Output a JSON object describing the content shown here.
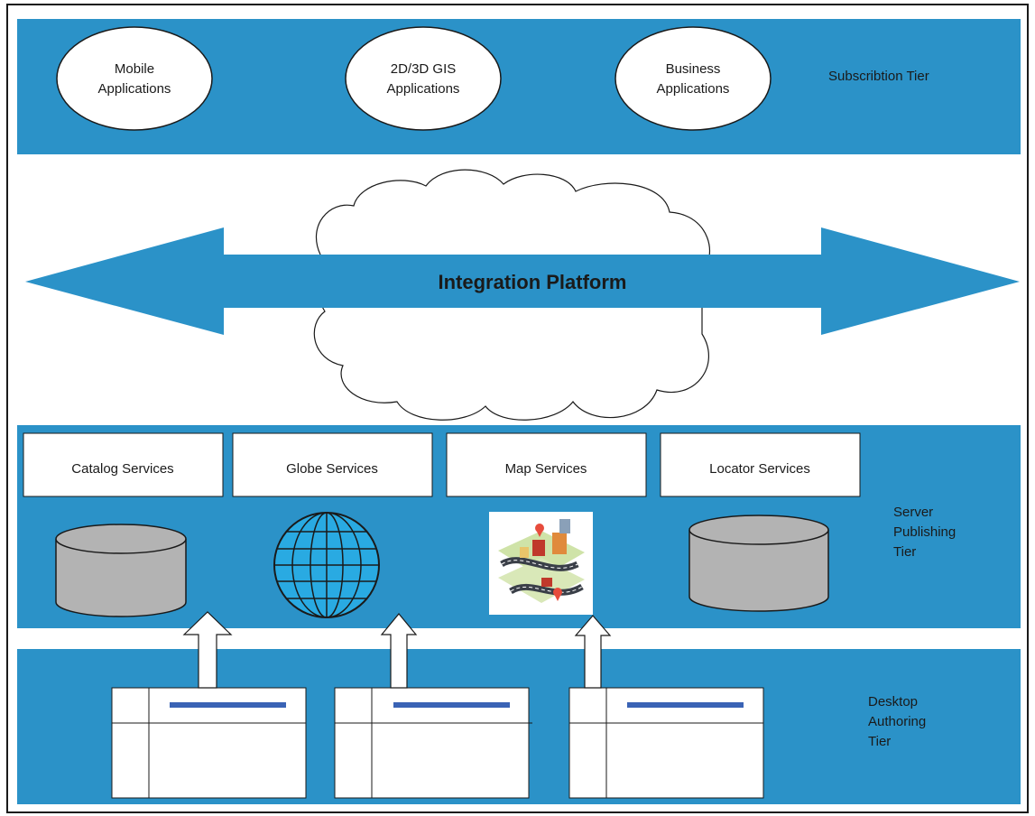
{
  "colors": {
    "band": "#2b92c8",
    "arrow": "#2b92c8",
    "globe": "#29aae2",
    "cylinder": "#b3b3b3",
    "doc_bar": "#3a63b5",
    "outline": "#1a1a1a",
    "white": "#ffffff"
  },
  "subscription_tier": {
    "label": "Subscribtion Tier",
    "apps": [
      {
        "line1": "Mobile",
        "line2": "Applications"
      },
      {
        "line1": "2D/3D GIS",
        "line2": "Applications"
      },
      {
        "line1": "Business",
        "line2": "Applications"
      }
    ]
  },
  "integration": {
    "label": "Integration Platform"
  },
  "server_tier": {
    "label_lines": [
      "Server",
      "Publishing",
      "Tier"
    ],
    "services": [
      "Catalog Services",
      "Globe Services",
      "Map Services",
      "Locator Services"
    ],
    "icons": [
      "database-cylinder-icon",
      "globe-icon",
      "city-map-icon",
      "database-cylinder-icon"
    ]
  },
  "desktop_tier": {
    "label_lines": [
      "Desktop",
      "Authoring",
      "Tier"
    ],
    "documents": 3
  }
}
